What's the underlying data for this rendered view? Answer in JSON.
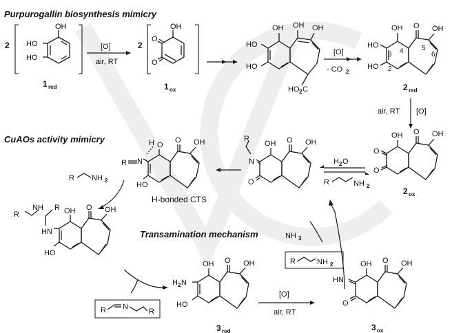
{
  "headings": {
    "biosynthesis": "Purpurogallin biosynthesis mimicry",
    "cuaos": "CuAOs activity mimicry",
    "transamination": "Transamination mechanism"
  },
  "compounds": {
    "c1red": {
      "main": "1",
      "sub": "red"
    },
    "c1ox": {
      "main": "1",
      "sub": "ox"
    },
    "c2red": {
      "main": "2",
      "sub": "red"
    },
    "c2ox": {
      "main": "2",
      "sub": "ox"
    },
    "c3red": {
      "main": "3",
      "sub": "red"
    },
    "c3ox": {
      "main": "3",
      "sub": "ox"
    }
  },
  "stoich": "2",
  "oxidant": "[O]",
  "air_rt": "air, RT",
  "minus_co2": "- CO",
  "co2_sub": "2",
  "water": "H",
  "water_sub": "2",
  "water_o": "O",
  "hbonded": "H-bonded CTS",
  "atoms": {
    "OH": "OH",
    "HO": "HO",
    "O": "O",
    "N": "N",
    "R": "R",
    "HN": "HN",
    "H": "H",
    "NH": "NH",
    "H2N": "H",
    "H2N_n": "N",
    "H2N_sub": "2",
    "NH2": "NH",
    "NH3": "NH",
    "sub2": "2",
    "sub3": "3",
    "HO2C": "HO",
    "C": "C"
  },
  "locants": [
    "3",
    "4",
    "5",
    "6",
    "2"
  ]
}
